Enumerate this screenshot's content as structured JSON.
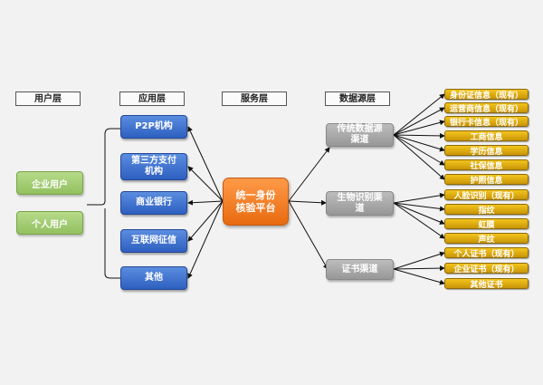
{
  "layers": [
    "用户层",
    "应用层",
    "服务层",
    "数据源层"
  ],
  "users": [
    "企业用户",
    "个人用户"
  ],
  "apps": [
    "P2P机构",
    "第三方支付机构",
    "商业银行",
    "互联网征信",
    "其他"
  ],
  "apps_display": [
    "P2P机构",
    "第三方支付\n机构",
    "商业银行",
    "互联网征信",
    "其他"
  ],
  "service": "统一身份核验平台",
  "service_display": "统一身份\n核验平台",
  "channels": [
    {
      "name": "传统数据源渠道",
      "display": "传统数据源\n渠道",
      "sources": [
        "身份证信息（现有）",
        "运营商信息（现有）",
        "银行卡信息（现有）",
        "工商信息",
        "学历信息",
        "社保信息",
        "护照信息"
      ]
    },
    {
      "name": "生物识别渠道",
      "display": "生物识别渠\n道",
      "sources": [
        "人脸识别（现有）",
        "指纹",
        "虹膜",
        "声纹"
      ]
    },
    {
      "name": "证书渠道",
      "display": "证书渠道",
      "sources": [
        "个人证书（现有）",
        "企业证书（现有）",
        "其他证书"
      ]
    }
  ],
  "colors": {
    "application": "#3a6fd0",
    "user": "#a6cf78",
    "service": "#f47c20",
    "channel": "#a9a9a9",
    "source": "#e0ae10"
  }
}
